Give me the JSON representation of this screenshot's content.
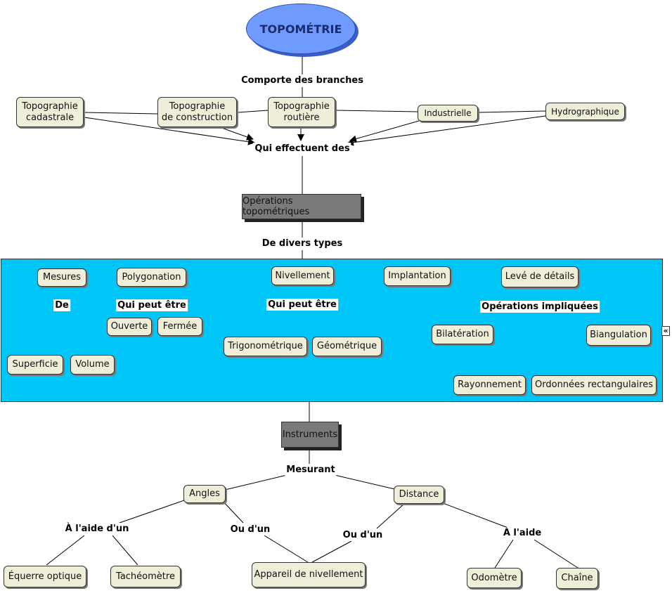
{
  "title": "TOPOMÉTRIE",
  "links": {
    "comporte": "Comporte des branches",
    "effectuent": "Qui effectuent des",
    "divers": "De divers types",
    "de": "De",
    "peut1": "Qui peut être",
    "peut2": "Qui peut être",
    "impliquees": "Opérations impliquées",
    "mesurant": "Mesurant",
    "aide_un": "À l'aide d'un",
    "ou1": "Ou d'un",
    "ou2": "Ou d'un",
    "aide": "À l'aide"
  },
  "branches": {
    "cadastrale": "Topographie\ncadastrale",
    "construction": "Topographie\nde construction",
    "routiere": "Topographie\nroutière",
    "industrielle": "Industrielle",
    "hydrographique": "Hydrographique"
  },
  "operations": "Opérations topométriques",
  "types": {
    "mesures": "Mesures",
    "polygonation": "Polygonation",
    "nivellement": "Nivellement",
    "implantation": "Implantation",
    "leve": "Levé de détails",
    "ouverte": "Ouverte",
    "fermee": "Fermée",
    "superficie": "Superficie",
    "volume": "Volume",
    "trigo": "Trigonométrique",
    "geom": "Géométrique",
    "bilateration": "Bilatération",
    "biangulation": "Biangulation",
    "rayonnement": "Rayonnement",
    "ordonnees": "Ordonnées rectangulaires"
  },
  "collapse_glyph": "«",
  "instruments": "Instruments",
  "instr": {
    "angles": "Angles",
    "distance": "Distance",
    "equerre": "Équerre optique",
    "tacheo": "Tachéomètre",
    "appareil": "Appareil de nivellement",
    "odometre": "Odomètre",
    "chaine": "Chaîne"
  }
}
